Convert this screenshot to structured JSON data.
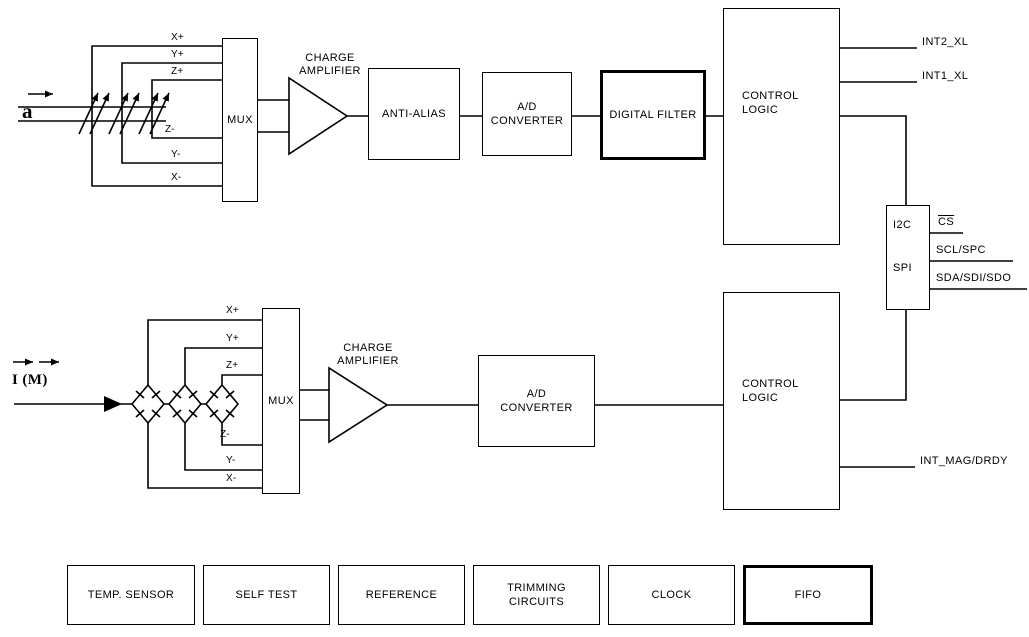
{
  "accel": {
    "input_label": "a",
    "axes": {
      "xp": "X+",
      "yp": "Y+",
      "zp": "Z+",
      "zm": "Z-",
      "ym": "Y-",
      "xm": "X-"
    },
    "mux_label": "MUX",
    "charge_amp_label": "CHARGE\nAMPLIFIER",
    "anti_alias_label": "ANTI-ALIAS",
    "adc_label": "A/D\nCONVERTER",
    "digital_filter_label": "DIGITAL FILTER",
    "control_logic_label": "CONTROL\nLOGIC",
    "pin_int2": "INT2_XL",
    "pin_int1": "INT1_XL"
  },
  "mag": {
    "input_label": "I (M)",
    "axes": {
      "xp": "X+",
      "yp": "Y+",
      "zp": "Z+",
      "zm": "Z-",
      "ym": "Y-",
      "xm": "X-"
    },
    "mux_label": "MUX",
    "charge_amp_label": "CHARGE\nAMPLIFIER",
    "adc_label": "A/D\nCONVERTER",
    "control_logic_label": "CONTROL\nLOGIC",
    "pin_int_mag": "INT_MAG/DRDY"
  },
  "serial": {
    "i2c_label": "I2C",
    "spi_label": "SPI",
    "pin_cs": "CS",
    "pin_scl": "SCL/SPC",
    "pin_sda": "SDA/SDI/SDO"
  },
  "support_blocks": {
    "temp_sensor": "TEMP. SENSOR",
    "self_test": "SELF TEST",
    "reference": "REFERENCE",
    "trimming": "TRIMMING\nCIRCUITS",
    "clock": "CLOCK",
    "fifo": "FIFO"
  },
  "colors": {
    "line": "#000000",
    "background": "#ffffff"
  }
}
